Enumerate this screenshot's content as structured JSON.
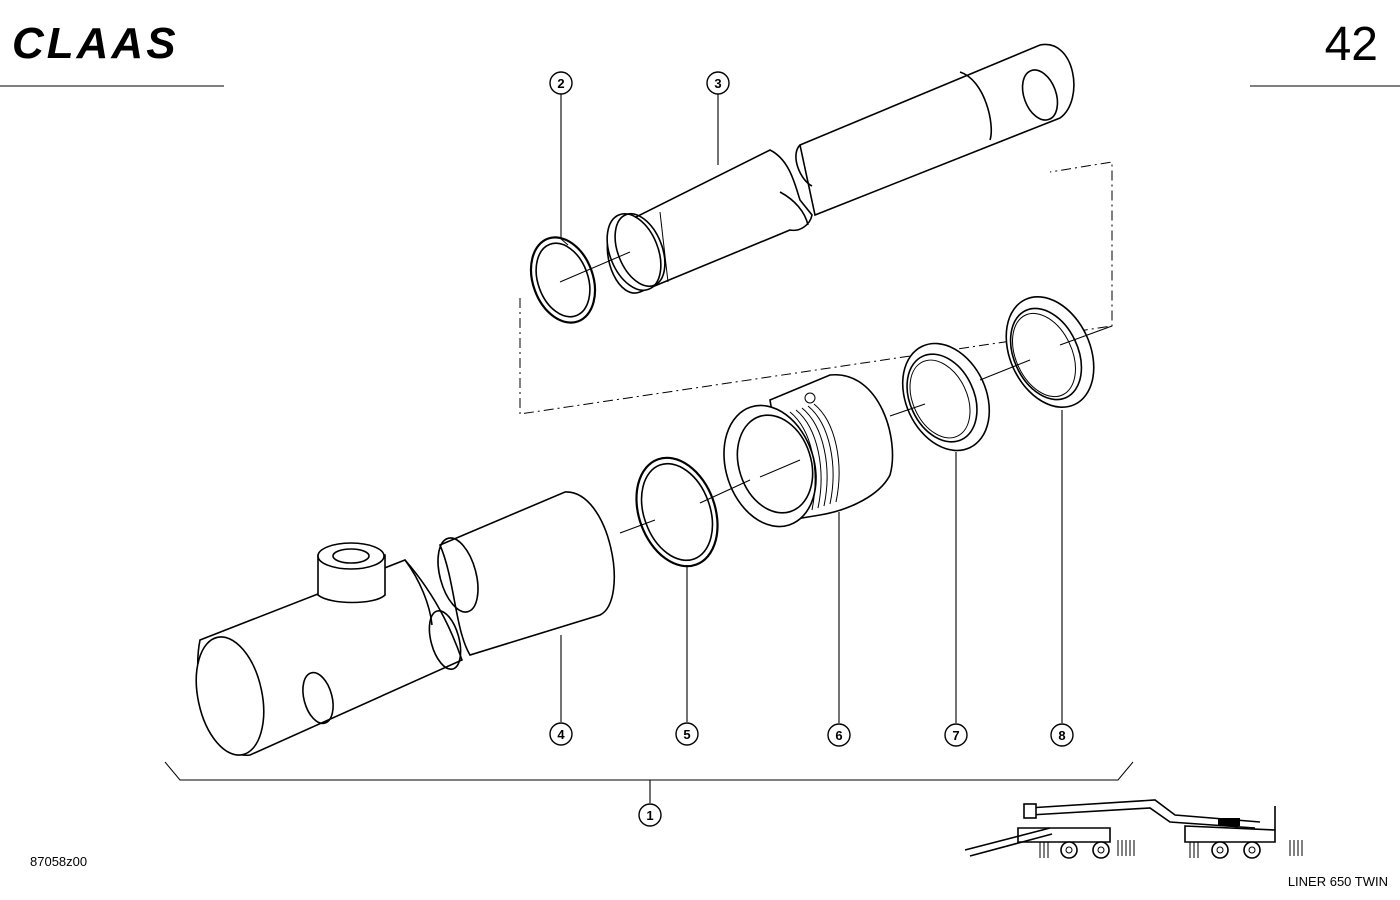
{
  "header": {
    "brand": "CLAAS",
    "page_number": "42"
  },
  "footer": {
    "drawing_code": "87058z00",
    "model_name": "LINER 650 TWIN"
  },
  "callouts": {
    "c1": "1",
    "c2": "2",
    "c3": "3",
    "c4": "4",
    "c5": "5",
    "c6": "6",
    "c7": "7",
    "c8": "8"
  },
  "colors": {
    "ink": "#000000",
    "paper": "#ffffff"
  }
}
